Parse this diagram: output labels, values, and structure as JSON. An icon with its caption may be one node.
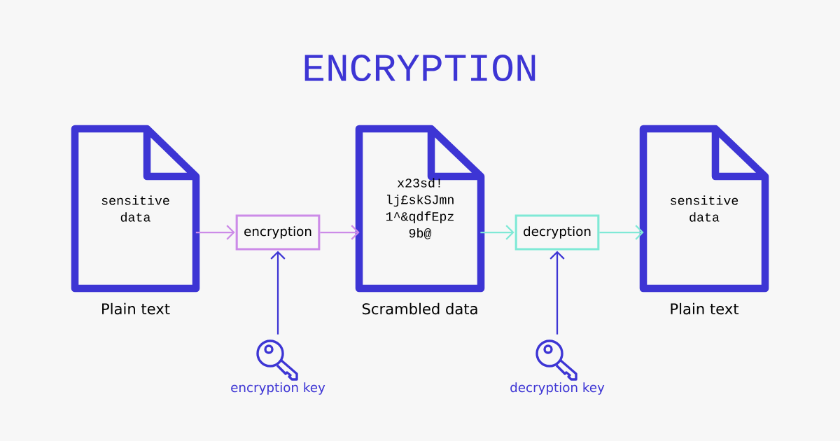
{
  "diagram": {
    "title": "ENCRYPTION",
    "nodes": [
      {
        "text": [
          "sensitive data",
          "Plain text"
        ]
      },
      {
        "text": [
          "encryption"
        ]
      },
      {
        "text": [
          "x23sd! lj£skSJmn 1^&qdfEpz 9b@",
          "Scrambled data"
        ]
      },
      {
        "text": [
          "decryption"
        ]
      },
      {
        "text": [
          "sensitive data",
          "Plain text"
        ]
      },
      {
        "text": [
          "encryption key"
        ]
      },
      {
        "text": [
          "decryption key"
        ]
      }
    ],
    "edges": [
      {
        "from": 0,
        "to": 1,
        "arrow": "to",
        "color": "#cc8be8"
      },
      {
        "from": 1,
        "to": 2,
        "arrow": "to",
        "color": "#cc8be8"
      },
      {
        "from": 2,
        "to": 3,
        "arrow": "to",
        "color": "#7fe9d6"
      },
      {
        "from": 3,
        "to": 4,
        "arrow": "to",
        "color": "#7fe9d6"
      },
      {
        "from": 5,
        "to": 1,
        "arrow": "to",
        "color": "#3d35d4"
      },
      {
        "from": 6,
        "to": 3,
        "arrow": "to",
        "color": "#3d35d4"
      }
    ]
  }
}
